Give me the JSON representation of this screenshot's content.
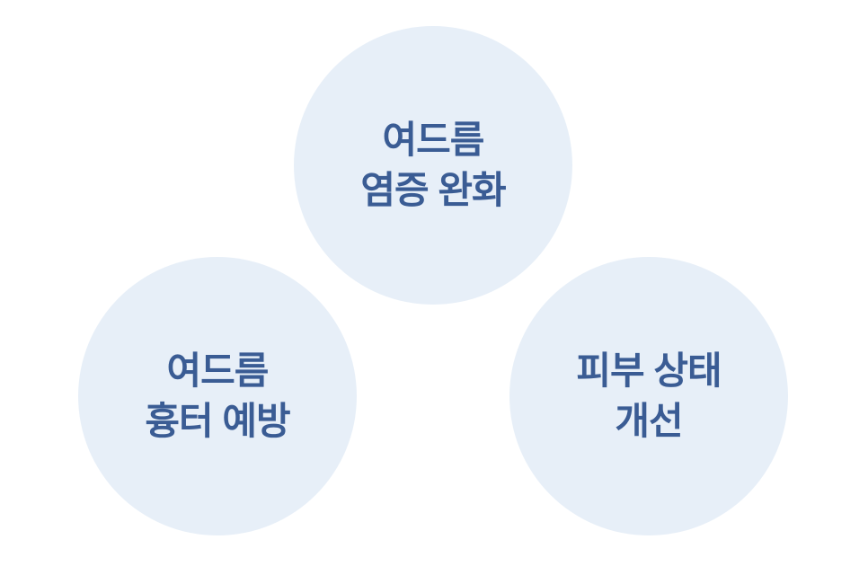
{
  "diagram": {
    "background_color": "#FFFFFF",
    "circle_fill_color": "#E7EFF8",
    "text_color": "#3A5C94",
    "circles": [
      {
        "id": "top",
        "line1": "여드름",
        "line2": "염증 완화"
      },
      {
        "id": "bottom-left",
        "line1": "여드름",
        "line2": "흉터 예방"
      },
      {
        "id": "bottom-right",
        "line1": "피부 상태",
        "line2": "개선"
      }
    ]
  }
}
